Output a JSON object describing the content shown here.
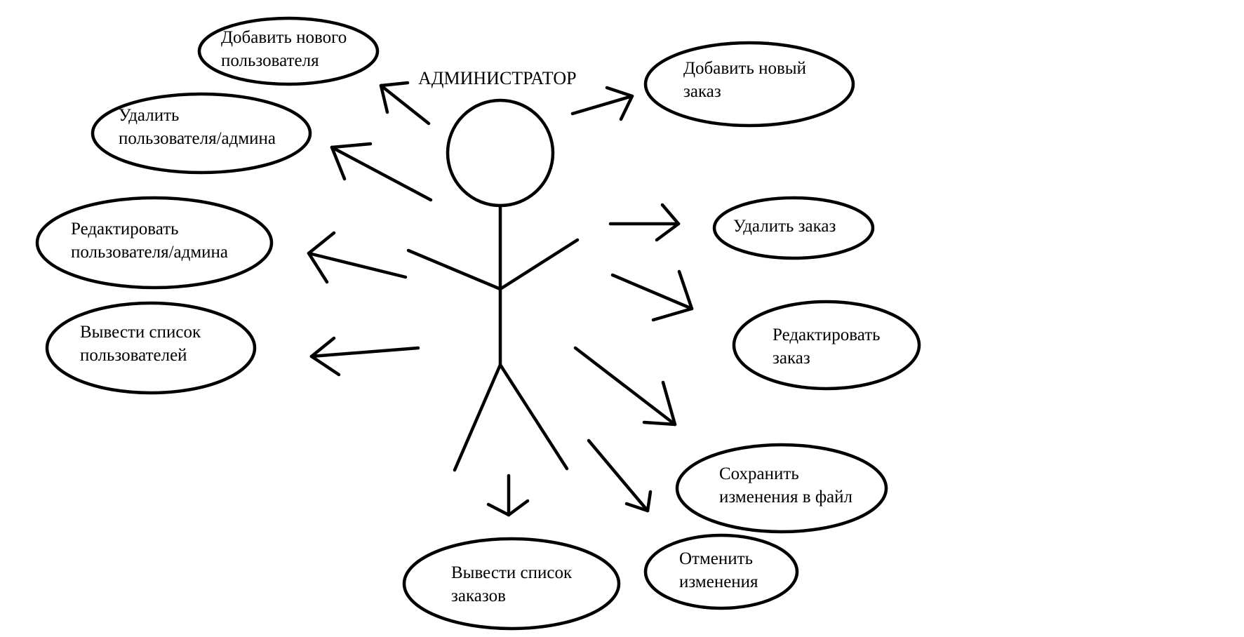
{
  "actor": {
    "name": "АДМИНИСТРАТОР"
  },
  "use_cases": {
    "add_user": "Добавить нового\nпользователя",
    "delete_user": "Удалить\nпользователя/админа",
    "edit_user": "Редактировать\nпользователя/админа",
    "list_users": "Вывести список\nпользователей",
    "add_order": "Добавить новый\nзаказ",
    "delete_order": "Удалить заказ",
    "edit_order": "Редактировать\nзаказ",
    "save_changes": "Сохранить\nизменения в файл",
    "cancel_changes": "Отменить\nизменения",
    "list_orders": "Вывести список\nзаказов"
  },
  "colors": {
    "stroke": "#000000",
    "background": "#ffffff"
  }
}
